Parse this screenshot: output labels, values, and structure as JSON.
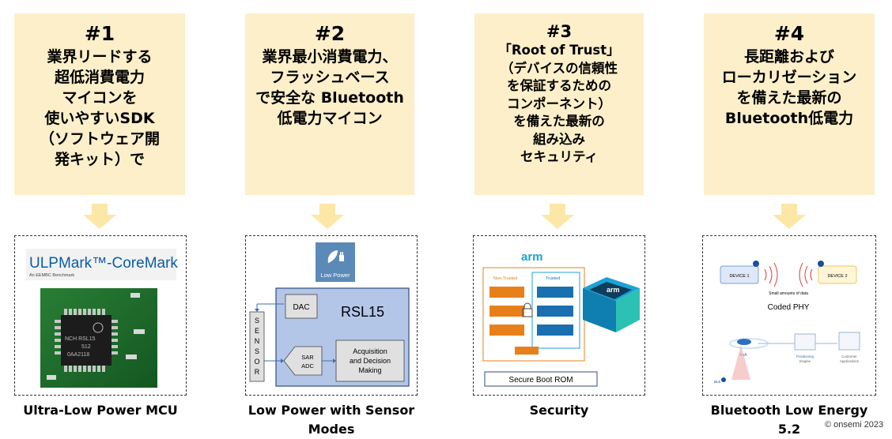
{
  "cards": [
    {
      "num": "#1",
      "text": "業界リードする\n超低消費電力\nマイコンを\n使いやすいSDK\n（ソフトウェア開\n発キット）で"
    },
    {
      "num": "#2",
      "text": "業界最小消費電力、\nフラッシュベース\nで安全な Bluetooth\n低電力マイコン"
    },
    {
      "num": "#3",
      "text": "「Root of Trust」\n（デバイスの信頼性\nを保証するための\nコンポーネント）\nを備えた最新の\n組み込み\nセキュリティ"
    },
    {
      "num": "#4",
      "text": "長距離および\nローカリゼーション\nを備えた最新の\nBluetooth低電力"
    }
  ],
  "panel1": {
    "brand": "ULPMark™-CoreMark",
    "sub": "An EEMBC Benchmark",
    "chip_line1": "NCH RSL15",
    "chip_line2": "512",
    "chip_line3": "0AA2118"
  },
  "panel2": {
    "badge": "Low Power",
    "title": "RSL15",
    "dac": "DAC",
    "sensor": "SENSOR",
    "sar": "SAR",
    "adc": "ADC",
    "acq1": "Acquisition",
    "acq2": "and Decision",
    "acq3": "Making"
  },
  "panel3": {
    "brand": "arm",
    "non_trusted": "Non-Trusted",
    "trusted": "Trusted",
    "cube_brand": "arm",
    "rom": "Secure Boot ROM"
  },
  "panel4": {
    "device1": "DEVICE 1",
    "device2": "DEVICE 2",
    "small": "Small amounts of data",
    "coded": "Coded PHY",
    "aoa": "AoA",
    "engine1": "Positioning",
    "engine2": "Engine",
    "app1": "Customer",
    "app2": "Applications",
    "ble": "BLE"
  },
  "captions": [
    "Ultra-Low Power MCU",
    "Low Power with Sensor\nModes",
    "Security",
    "Bluetooth Low Energy\n5.2"
  ],
  "copyright": "© onsemi 2023",
  "colors": {
    "card": "#fdefc9",
    "arrow": "#fde7a6",
    "rsl_blue": "#b4c6e7",
    "badge": "#5b8ab8",
    "orange": "#e8801a",
    "arm_blue": "#1aa3d8"
  }
}
